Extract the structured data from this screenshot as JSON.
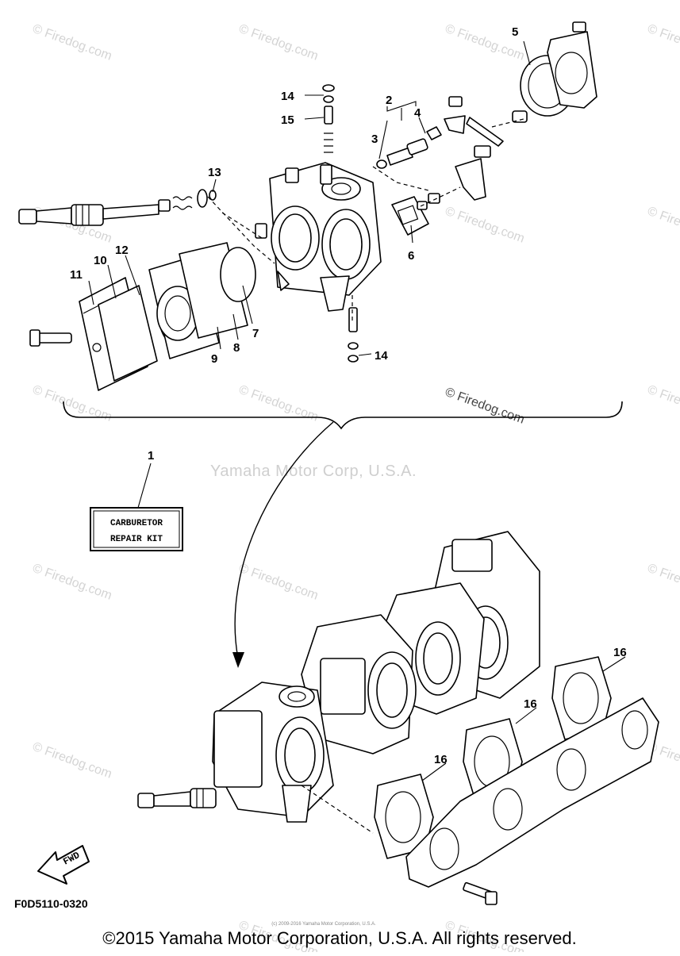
{
  "watermarks": {
    "tile_text": "© Firedog.com",
    "center_text": "Yamaha Motor Corp, U.S.A.",
    "inline_copyright": "© Firedog.com",
    "fine_print": "(c) 2009-2016 Yamaha Motor Corporation, U.S.A."
  },
  "callouts": {
    "c1": "1",
    "c2": "2",
    "c3": "3",
    "c4": "4",
    "c5": "5",
    "c6": "6",
    "c7": "7",
    "c8": "8",
    "c9": "9",
    "c10": "10",
    "c11": "11",
    "c12": "12",
    "c13": "13",
    "c14a": "14",
    "c14b": "14",
    "c15": "15",
    "c16a": "16",
    "c16b": "16",
    "c16c": "16"
  },
  "kit_label": {
    "line1": "CARBURETOR",
    "line2": "REPAIR KIT"
  },
  "fwd_label": "FWD",
  "drawing_code": "F0D5110-0320",
  "footer": {
    "copyright": "©2015 Yamaha Motor Corporation, U.S.A. All rights reserved."
  }
}
